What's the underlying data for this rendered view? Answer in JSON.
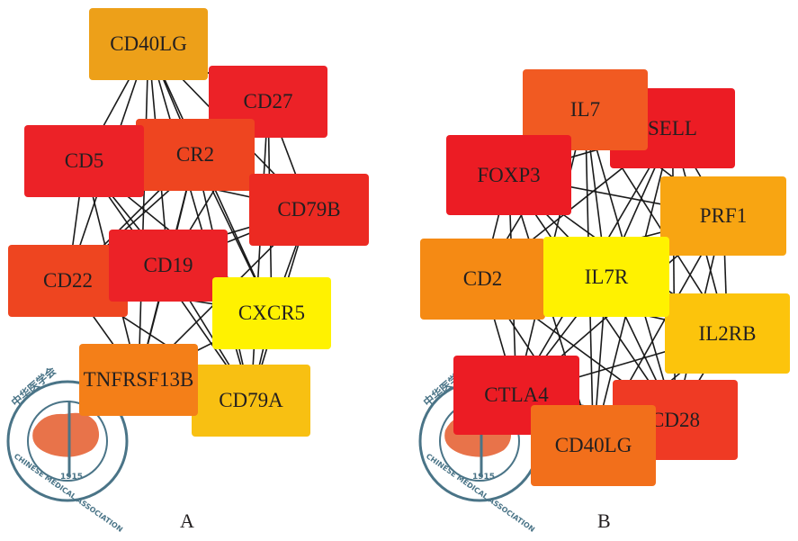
{
  "logo": {
    "chinese_text": "中华医学会",
    "english_text": "CHINESE MEDICAL ASSOCIATION",
    "year": "1915"
  },
  "panels": [
    {
      "label": "A",
      "nodes": [
        {
          "id": "CD40LG",
          "color": "#EDA019"
        },
        {
          "id": "CD27",
          "color": "#EC2227"
        },
        {
          "id": "CR2",
          "color": "#EE4520"
        },
        {
          "id": "CD5",
          "color": "#EC2227"
        },
        {
          "id": "CD79B",
          "color": "#EC2A22"
        },
        {
          "id": "CD22",
          "color": "#EE4520"
        },
        {
          "id": "CD19",
          "color": "#EC2227"
        },
        {
          "id": "CXCR5",
          "color": "#FFF200"
        },
        {
          "id": "CD79A",
          "color": "#F8C012"
        },
        {
          "id": "TNFRSF13B",
          "color": "#F47F18"
        }
      ],
      "edges": [
        [
          "CD40LG",
          "CD27"
        ],
        [
          "CD40LG",
          "CR2"
        ],
        [
          "CD40LG",
          "CD5"
        ],
        [
          "CD40LG",
          "CD79B"
        ],
        [
          "CD40LG",
          "CD19"
        ],
        [
          "CD40LG",
          "CD22"
        ],
        [
          "CD40LG",
          "CXCR5"
        ],
        [
          "CD40LG",
          "TNFRSF13B"
        ],
        [
          "CD40LG",
          "CD79A"
        ],
        [
          "CD27",
          "CR2"
        ],
        [
          "CD27",
          "CD79B"
        ],
        [
          "CD27",
          "CD19"
        ],
        [
          "CD27",
          "CXCR5"
        ],
        [
          "CD27",
          "CD79A"
        ],
        [
          "CD27",
          "CD22"
        ],
        [
          "CR2",
          "CD5"
        ],
        [
          "CR2",
          "CD79B"
        ],
        [
          "CR2",
          "CD19"
        ],
        [
          "CR2",
          "CD22"
        ],
        [
          "CR2",
          "CXCR5"
        ],
        [
          "CR2",
          "TNFRSF13B"
        ],
        [
          "CR2",
          "CD79A"
        ],
        [
          "CD5",
          "CD19"
        ],
        [
          "CD5",
          "CD22"
        ],
        [
          "CD5",
          "CD79B"
        ],
        [
          "CD5",
          "CXCR5"
        ],
        [
          "CD5",
          "TNFRSF13B"
        ],
        [
          "CD5",
          "CD79A"
        ],
        [
          "CD79B",
          "CD19"
        ],
        [
          "CD79B",
          "CD22"
        ],
        [
          "CD79B",
          "CXCR5"
        ],
        [
          "CD79B",
          "CD79A"
        ],
        [
          "CD79B",
          "TNFRSF13B"
        ],
        [
          "CD19",
          "CD22"
        ],
        [
          "CD19",
          "CXCR5"
        ],
        [
          "CD19",
          "TNFRSF13B"
        ],
        [
          "CD19",
          "CD79A"
        ],
        [
          "CD22",
          "TNFRSF13B"
        ],
        [
          "CD22",
          "CD79A"
        ],
        [
          "CD22",
          "CXCR5"
        ],
        [
          "CXCR5",
          "TNFRSF13B"
        ],
        [
          "CXCR5",
          "CD79A"
        ],
        [
          "TNFRSF13B",
          "CD79A"
        ]
      ]
    },
    {
      "label": "B",
      "nodes": [
        {
          "id": "SELL",
          "color": "#EC1C24"
        },
        {
          "id": "IL7",
          "color": "#F15A22"
        },
        {
          "id": "FOXP3",
          "color": "#EC1C24"
        },
        {
          "id": "PRF1",
          "color": "#F8A512"
        },
        {
          "id": "IL2RB",
          "color": "#FCC40C"
        },
        {
          "id": "CD2",
          "color": "#F58A14"
        },
        {
          "id": "IL7R",
          "color": "#FFF200"
        },
        {
          "id": "CD28",
          "color": "#EF3A24"
        },
        {
          "id": "CTLA4",
          "color": "#EC1C24"
        },
        {
          "id": "CD40LG",
          "color": "#F26F1B"
        }
      ],
      "edges": [
        [
          "IL7",
          "SELL"
        ],
        [
          "IL7",
          "FOXP3"
        ],
        [
          "IL7",
          "PRF1"
        ],
        [
          "IL7",
          "CD2"
        ],
        [
          "IL7",
          "IL7R"
        ],
        [
          "IL7",
          "IL2RB"
        ],
        [
          "IL7",
          "CTLA4"
        ],
        [
          "IL7",
          "CD28"
        ],
        [
          "IL7",
          "CD40LG"
        ],
        [
          "SELL",
          "FOXP3"
        ],
        [
          "SELL",
          "PRF1"
        ],
        [
          "SELL",
          "CD2"
        ],
        [
          "SELL",
          "IL7R"
        ],
        [
          "SELL",
          "IL2RB"
        ],
        [
          "SELL",
          "CTLA4"
        ],
        [
          "SELL",
          "CD28"
        ],
        [
          "SELL",
          "CD40LG"
        ],
        [
          "FOXP3",
          "PRF1"
        ],
        [
          "FOXP3",
          "CD2"
        ],
        [
          "FOXP3",
          "IL7R"
        ],
        [
          "FOXP3",
          "IL2RB"
        ],
        [
          "FOXP3",
          "CTLA4"
        ],
        [
          "FOXP3",
          "CD28"
        ],
        [
          "FOXP3",
          "CD40LG"
        ],
        [
          "PRF1",
          "CD2"
        ],
        [
          "PRF1",
          "IL7R"
        ],
        [
          "PRF1",
          "IL2RB"
        ],
        [
          "PRF1",
          "CTLA4"
        ],
        [
          "PRF1",
          "CD28"
        ],
        [
          "PRF1",
          "CD40LG"
        ],
        [
          "CD2",
          "IL7R"
        ],
        [
          "CD2",
          "IL2RB"
        ],
        [
          "CD2",
          "CTLA4"
        ],
        [
          "CD2",
          "CD28"
        ],
        [
          "CD2",
          "CD40LG"
        ],
        [
          "IL7R",
          "IL2RB"
        ],
        [
          "IL7R",
          "CTLA4"
        ],
        [
          "IL7R",
          "CD28"
        ],
        [
          "IL7R",
          "CD40LG"
        ],
        [
          "IL2RB",
          "CTLA4"
        ],
        [
          "IL2RB",
          "CD28"
        ],
        [
          "IL2RB",
          "CD40LG"
        ],
        [
          "CTLA4",
          "CD28"
        ],
        [
          "CTLA4",
          "CD40LG"
        ],
        [
          "CD28",
          "CD40LG"
        ]
      ]
    }
  ]
}
